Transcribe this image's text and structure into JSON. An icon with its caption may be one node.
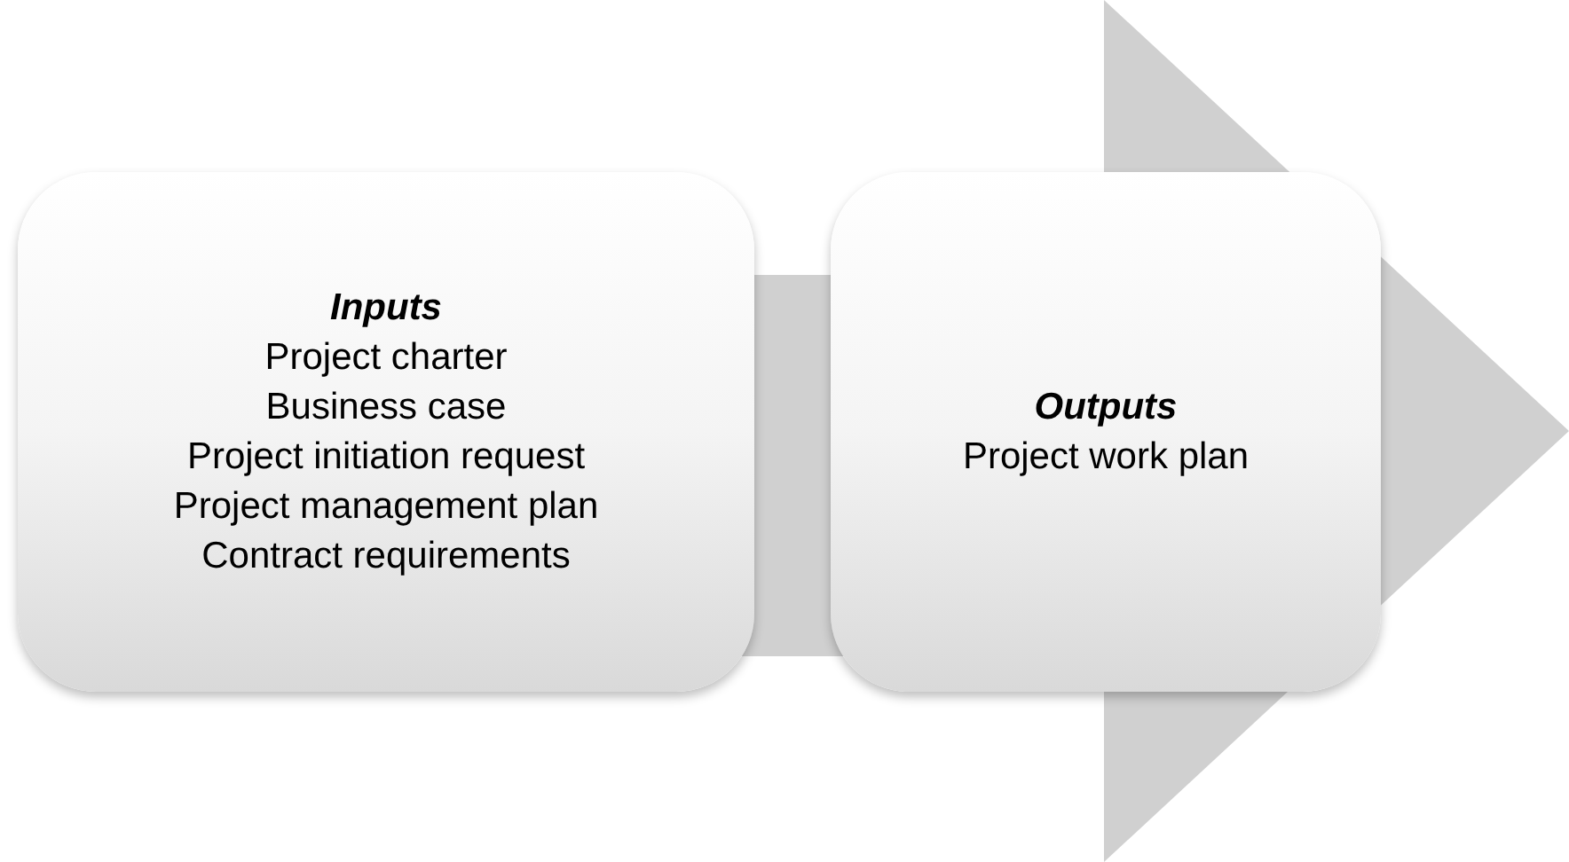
{
  "diagram": {
    "nodes": [
      {
        "text": [
          "Inputs",
          "Project charter",
          "Business case",
          "Project initiation request",
          "Project management plan",
          "Contract requirements"
        ]
      },
      {
        "text": [
          "Outputs",
          "Project work plan"
        ]
      }
    ]
  }
}
